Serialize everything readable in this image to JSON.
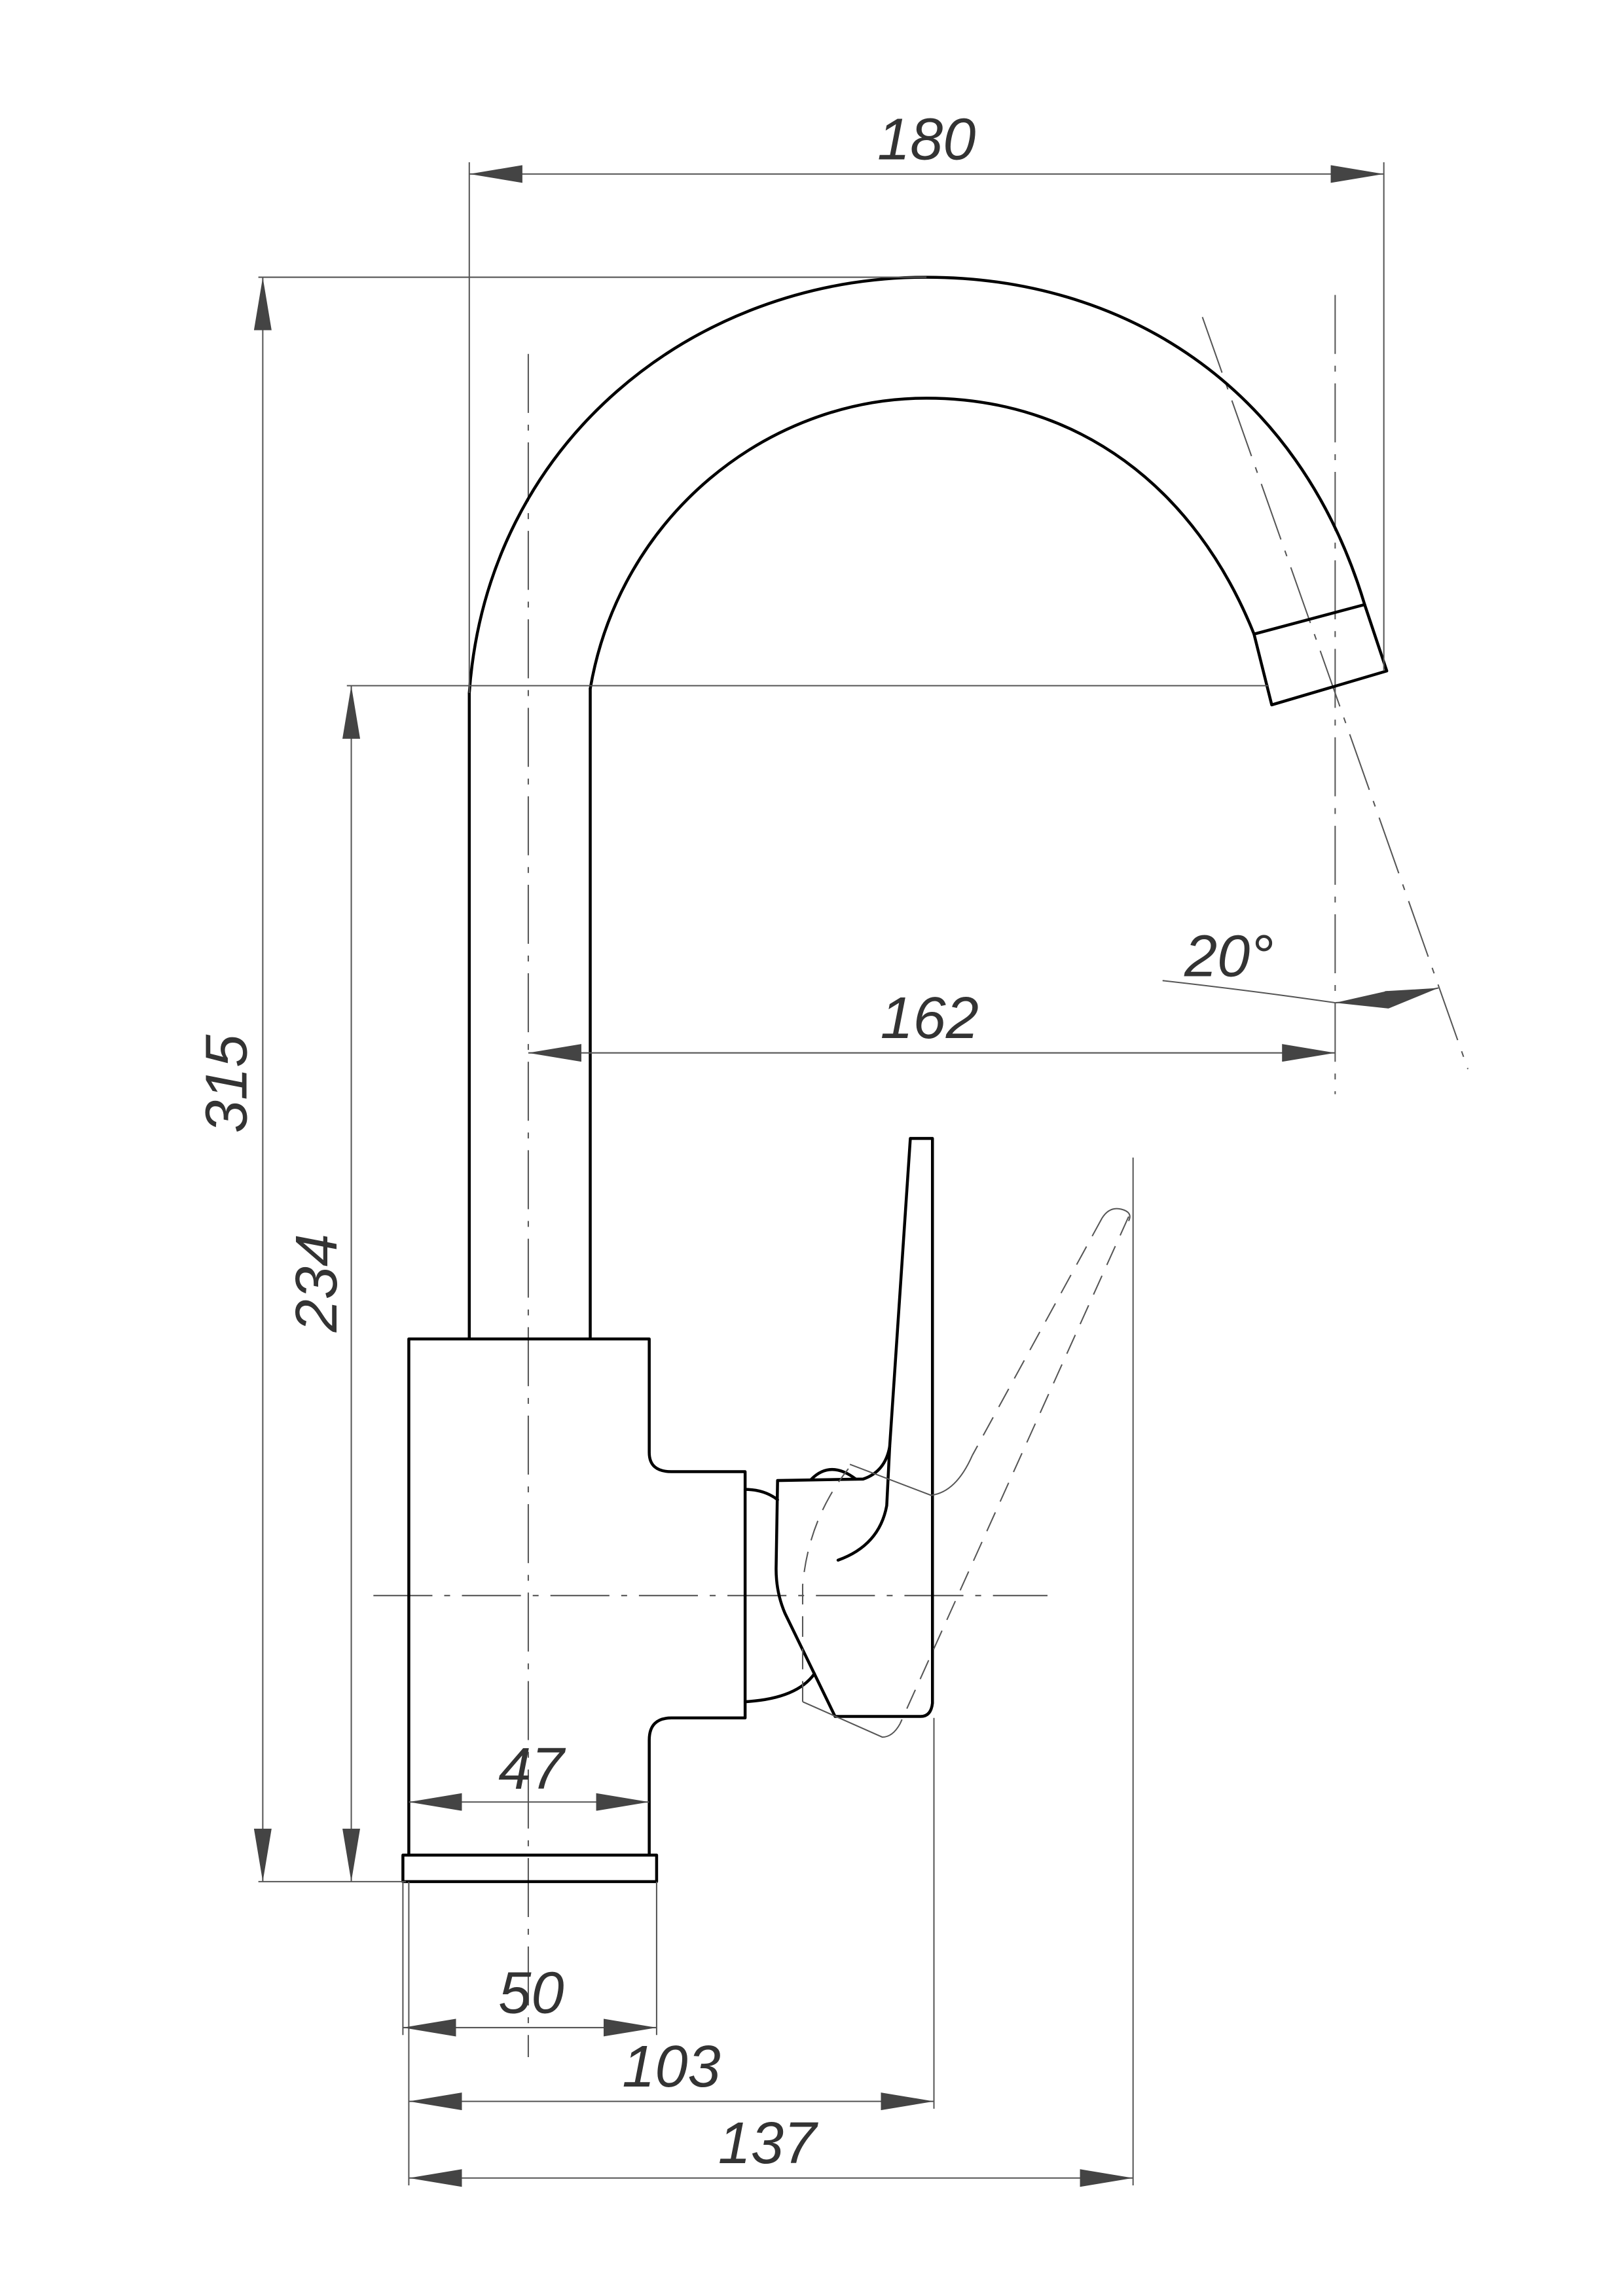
{
  "drawing": {
    "title": "Faucet side view dimension drawing",
    "dimensions": {
      "overall_width": "180",
      "overall_height": "315",
      "spout_height": "234",
      "spout_reach": "162",
      "spout_angle": "20°",
      "body_width": "47",
      "base_width": "50",
      "handle_reach": "103",
      "handle_open_reach": "137"
    },
    "colors": {
      "line": "#000000",
      "dimension": "#555555",
      "text": "#333333"
    }
  }
}
